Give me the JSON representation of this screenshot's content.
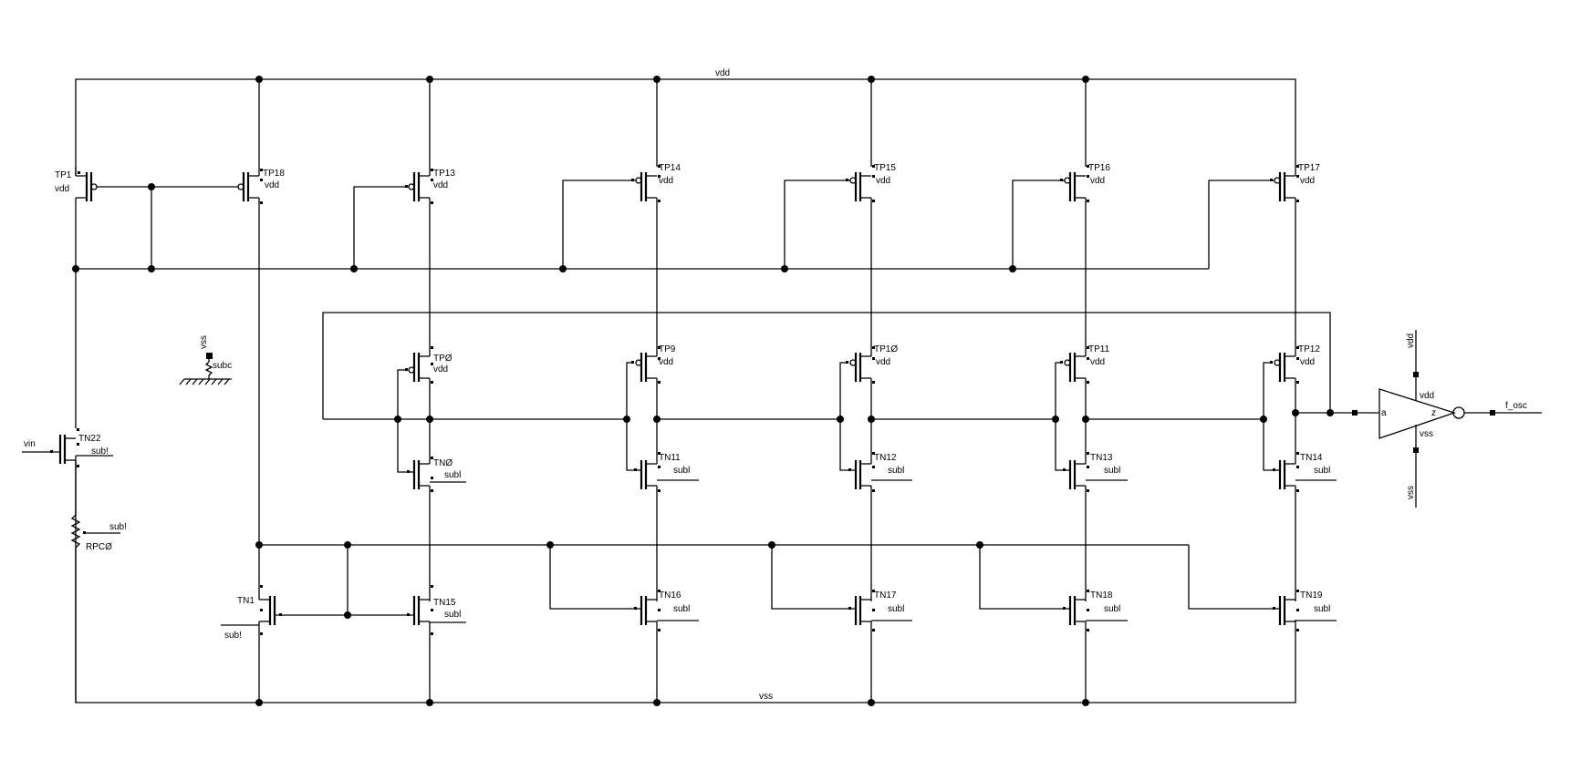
{
  "nets": {
    "vdd": "vdd",
    "vss": "vss"
  },
  "input": {
    "label": "vin"
  },
  "output": {
    "label": "f_osc"
  },
  "substrate": {
    "net": "vss",
    "pin": "subc"
  },
  "pmos": {
    "tp1": {
      "name": "TP1",
      "bulk": "vdd"
    },
    "tp18": {
      "name": "TP18",
      "bulk": "vdd"
    },
    "tp13": {
      "name": "TP13",
      "bulk": "vdd"
    },
    "tp14": {
      "name": "TP14",
      "bulk": "vdd"
    },
    "tp15": {
      "name": "TP15",
      "bulk": "vdd"
    },
    "tp16": {
      "name": "TP16",
      "bulk": "vdd"
    },
    "tp17": {
      "name": "TP17",
      "bulk": "vdd"
    },
    "tp0": {
      "name": "TPØ",
      "bulk": "vdd"
    },
    "tp9": {
      "name": "TP9",
      "bulk": "vdd"
    },
    "tp10": {
      "name": "TP1Ø",
      "bulk": "vdd"
    },
    "tp11": {
      "name": "TP11",
      "bulk": "vdd"
    },
    "tp12": {
      "name": "TP12",
      "bulk": "vdd"
    }
  },
  "nmos": {
    "tn22": {
      "name": "TN22",
      "bulk": "sub!"
    },
    "tn0": {
      "name": "TNØ",
      "bulk": "subl"
    },
    "tn11": {
      "name": "TN11",
      "bulk": "subl"
    },
    "tn12": {
      "name": "TN12",
      "bulk": "subl"
    },
    "tn13": {
      "name": "TN13",
      "bulk": "subl"
    },
    "tn14": {
      "name": "TN14",
      "bulk": "subl"
    },
    "tn1": {
      "name": "TN1",
      "bulk": "sub!"
    },
    "tn15": {
      "name": "TN15",
      "bulk": "subl"
    },
    "tn16": {
      "name": "TN16",
      "bulk": "subl"
    },
    "tn17": {
      "name": "TN17",
      "bulk": "subl"
    },
    "tn18": {
      "name": "TN18",
      "bulk": "subl"
    },
    "tn19": {
      "name": "TN19",
      "bulk": "subl"
    }
  },
  "resistor": {
    "name": "RPCØ",
    "bulk": "sub!"
  },
  "buffer": {
    "input_pin": "a",
    "output_pin": "z",
    "vdd_pin": "vdd",
    "vss_pin": "vss",
    "vdd_net": "vdd",
    "vss_net": "vss"
  }
}
